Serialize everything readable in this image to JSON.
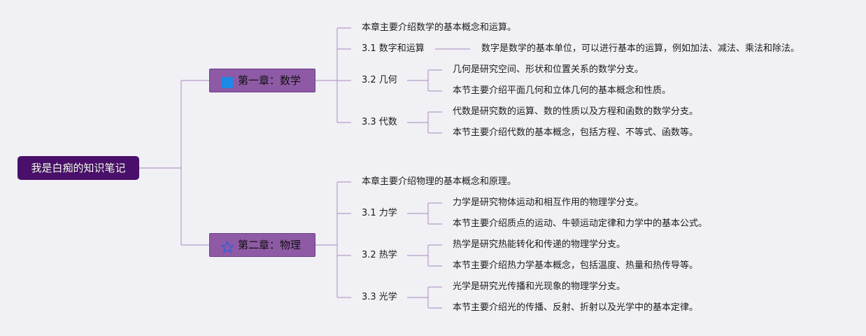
{
  "root": {
    "label": "我是白痴的知识笔记"
  },
  "chapters": [
    {
      "label": "第一章：数学",
      "icon": "blue-square-icon",
      "intro": "本章主要介绍数学的基本概念和运算。",
      "sections": [
        {
          "label": "3.1 数字和运算",
          "leaves": [
            "数字是数学的基本单位，可以进行基本的运算，例如加法、减法、乘法和除法。"
          ]
        },
        {
          "label": "3.2 几何",
          "leaves": [
            "几何是研究空间、形状和位置关系的数学分支。",
            "本节主要介绍平面几何和立体几何的基本概念和性质。"
          ]
        },
        {
          "label": "3.3 代数",
          "leaves": [
            "代数是研究数的运算、数的性质以及方程和函数的数学分支。",
            "本节主要介绍代数的基本概念，包括方程、不等式、函数等。"
          ]
        }
      ]
    },
    {
      "label": "第二章：物理",
      "icon": "star-outline-icon",
      "intro": "本章主要介绍物理的基本概念和原理。",
      "sections": [
        {
          "label": "3.1 力学",
          "leaves": [
            "力学是研究物体运动和相互作用的物理学分支。",
            "本节主要介绍质点的运动、牛顿运动定律和力学中的基本公式。"
          ]
        },
        {
          "label": "3.2 热学",
          "leaves": [
            "热学是研究热能转化和传递的物理学分支。",
            "本节主要介绍热力学基本概念，包括温度、热量和热传导等。"
          ]
        },
        {
          "label": "3.3 光学",
          "leaves": [
            "光学是研究光传播和光现象的物理学分支。",
            "本节主要介绍光的传播、反射、折射以及光学中的基本定律。"
          ]
        }
      ]
    }
  ],
  "colors": {
    "root_bg": "#4a0f6a",
    "chapter_bg": "#8e5aa5",
    "line": "#b79ccb",
    "background": "#f1f0f4",
    "icon_blue": "#1e88e5",
    "icon_star": "#3a5bd9"
  }
}
